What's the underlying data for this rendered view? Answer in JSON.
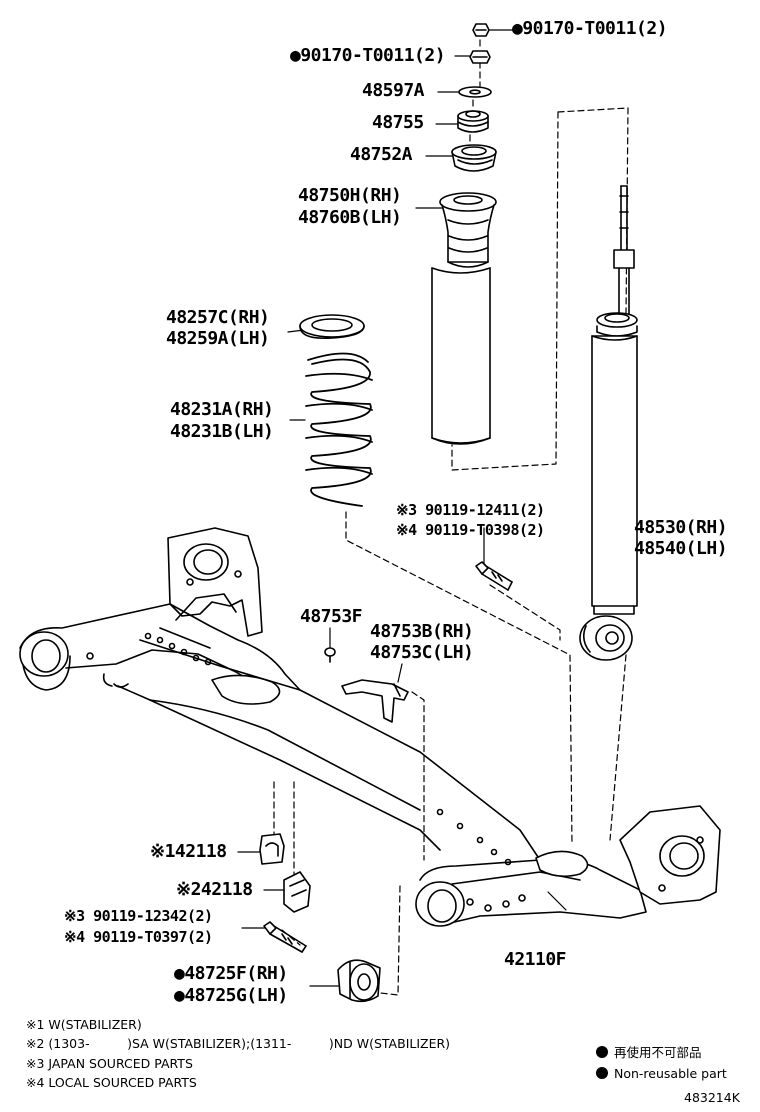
{
  "parts": {
    "nut_top": "●90170-T0011(2)",
    "nut_second": "●90170-T0011(2)",
    "p48597a": "48597A",
    "p48755": "48755",
    "p48752a": "48752A",
    "bumper_rh": "48750H(RH)",
    "bumper_lh": "48760B(LH)",
    "insulator_rh": "48257C(RH)",
    "insulator_lh": "48259A(LH)",
    "spring_rh": "48231A(RH)",
    "spring_lh": "48231B(LH)",
    "bolt_upper_a": "※3 90119-12411(2)",
    "bolt_upper_b": "※4 90119-T0398(2)",
    "absorber_rh": "48530(RH)",
    "absorber_lh": "48540(LH)",
    "p48753f": "48753F",
    "bracket_rh": "48753B(RH)",
    "bracket_lh": "48753C(LH)",
    "stab1": "※142118",
    "stab2": "※242118",
    "bolt_lower_a": "※3 90119-12342(2)",
    "bolt_lower_b": "※4 90119-T0397(2)",
    "bush_rh": "●48725F(RH)",
    "bush_lh": "●48725G(LH)",
    "beam": "42110F"
  },
  "notes": [
    "※1 W(STABILIZER)",
    "※2 (1303-　　　)SA W(STABILIZER);(1311-　　　)ND W(STABILIZER)",
    "※3 JAPAN SOURCED PARTS",
    "※4 LOCAL SOURCED PARTS"
  ],
  "legend": {
    "jp": "再使用不可部品",
    "en": "Non-reusable part"
  },
  "diagram_code": "483214K"
}
